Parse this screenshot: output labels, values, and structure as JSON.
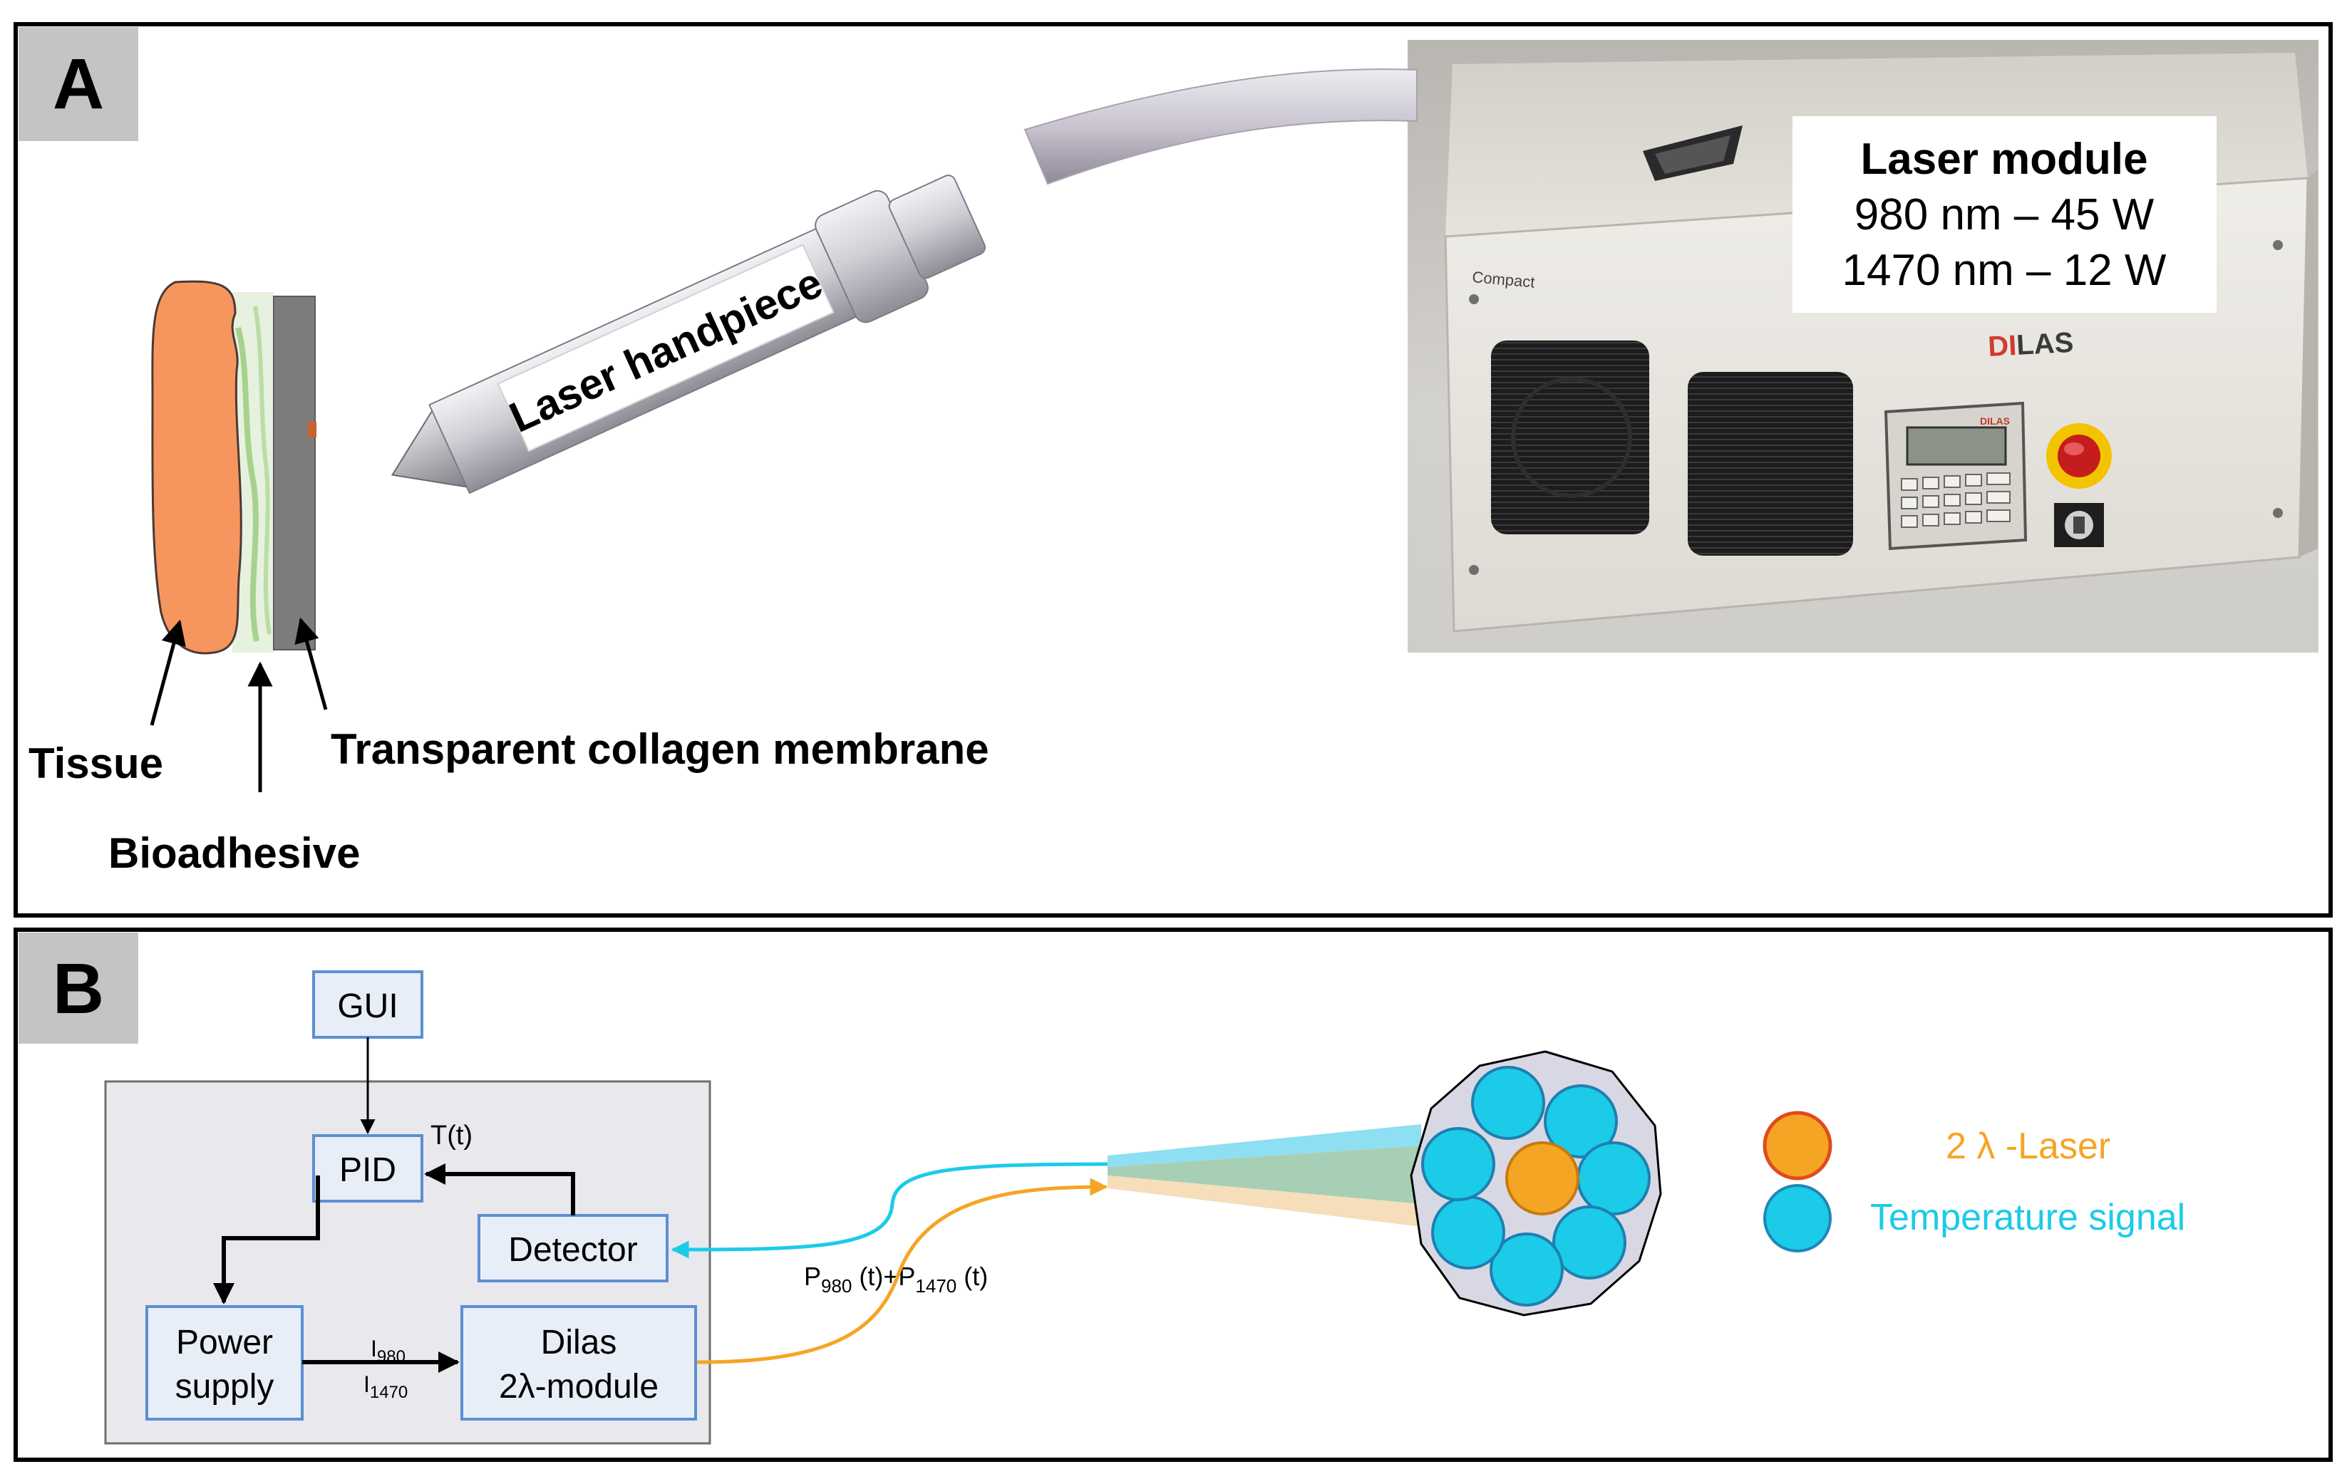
{
  "panel_a": {
    "letter": "A",
    "handpiece_label": "Laser handpiece",
    "module_label": {
      "title": "Laser module",
      "line1": "980 nm – 45 W",
      "line2": "1470 nm – 12 W"
    },
    "device_brand": "DILAS",
    "device_brand_accent": "DI",
    "device_brand_rest": "LAS",
    "device_model": "Compact",
    "keypad_brand": "DILAS",
    "labels": {
      "tissue": "Tissue",
      "bioadhesive": "Bioadhesive",
      "membrane": "Transparent collagen membrane"
    }
  },
  "panel_b": {
    "letter": "B",
    "blocks": {
      "gui": "GUI",
      "pid": "PID",
      "detector": "Detector",
      "power_line1": "Power",
      "power_line2": "supply",
      "dilas_line1": "Dilas",
      "dilas_line2": "2λ-module"
    },
    "signals": {
      "temperature": "T(t)",
      "current_980": {
        "base": "I",
        "sub": "980"
      },
      "current_1470": {
        "base": "I",
        "sub": "1470"
      },
      "power": {
        "p1": "P",
        "s1": "980",
        "m1": " (t)+P",
        "s2": "1470",
        "m2": " (t)"
      }
    },
    "legend": {
      "laser": "2 λ -Laser",
      "temperature": "Temperature signal"
    },
    "colors": {
      "laser": "#f5a524",
      "temperature": "#1ccbe8",
      "block_border": "#5b8fd4"
    }
  }
}
